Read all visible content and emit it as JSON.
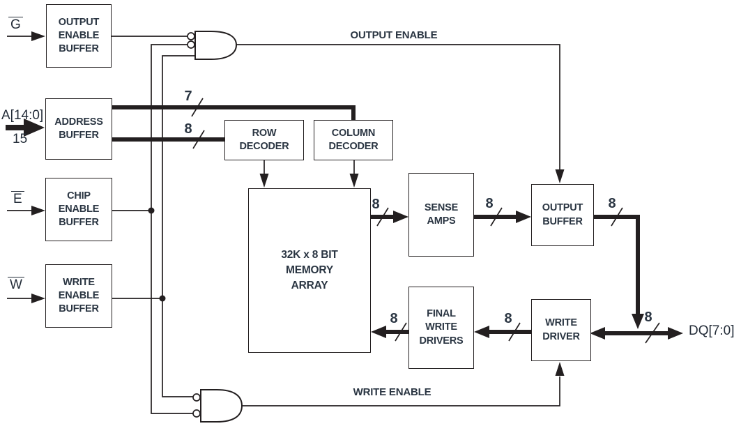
{
  "colors": {
    "line": "#231f20",
    "text": "#2a3542",
    "background": "#ffffff"
  },
  "blocks": {
    "output_enable_buffer": "OUTPUT\nENABLE\nBUFFER",
    "address_buffer": "ADDRESS\nBUFFER",
    "chip_enable_buffer": "CHIP\nENABLE\nBUFFER",
    "write_enable_buffer": "WRITE\nENABLE\nBUFFER",
    "row_decoder": "ROW\nDECODER",
    "column_decoder": "COLUMN\nDECODER",
    "memory_array": "32K x 8 BIT\nMEMORY\nARRAY",
    "sense_amps": "SENSE\nAMPS",
    "output_buffer": "OUTPUT\nBUFFER",
    "final_write_drivers": "FINAL\nWRITE\nDRIVERS",
    "write_driver": "WRITE\nDRIVER"
  },
  "signals": {
    "output_enable_input": "G",
    "address_input": "A[14:0]",
    "address_width": "15",
    "chip_enable_input": "E",
    "write_enable_input": "W",
    "data_bus": "DQ[7:0]"
  },
  "nets": {
    "output_enable": "OUTPUT ENABLE",
    "write_enable": "WRITE ENABLE"
  },
  "bus_widths": {
    "addr_to_column_decoder": "7",
    "addr_to_row_decoder": "8",
    "array_to_sense_amps": "8",
    "sense_amps_to_output_buffer": "8",
    "output_buffer_to_dq": "8",
    "dq_bus": "8",
    "write_driver_to_final": "8",
    "final_to_array": "8"
  }
}
